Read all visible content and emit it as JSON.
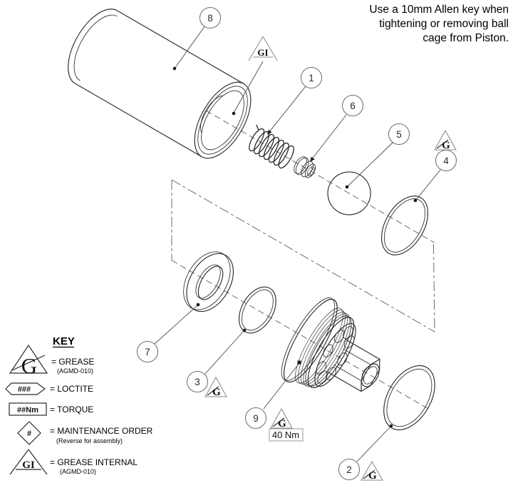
{
  "note": {
    "line1": "Use a 10mm Allen key when",
    "line2": "tightening or removing ball",
    "line3": "cage from Piston."
  },
  "callouts": {
    "c1": "1",
    "c2": "2",
    "c3": "3",
    "c4": "4",
    "c5": "5",
    "c6": "6",
    "c7": "7",
    "c8": "8",
    "c9": "9"
  },
  "symbols": {
    "grease": "G",
    "grease_internal": "GI",
    "torque_40": "40 Nm"
  },
  "key": {
    "title": "KEY",
    "grease_symbol": "G",
    "grease_label": "= GREASE",
    "grease_sub": "(AGMD-010)",
    "loctite_symbol": "###",
    "loctite_label": "= LOCTITE",
    "torque_symbol": "##Nm",
    "torque_label": "= TORQUE",
    "maintenance_symbol": "#",
    "maintenance_label": "= MAINTENANCE ORDER",
    "maintenance_sub": "(Reverse for assembly)",
    "grease_internal_symbol": "GI",
    "grease_internal_label": "= GREASE INTERNAL",
    "grease_internal_sub": "(AGMD-010)"
  }
}
